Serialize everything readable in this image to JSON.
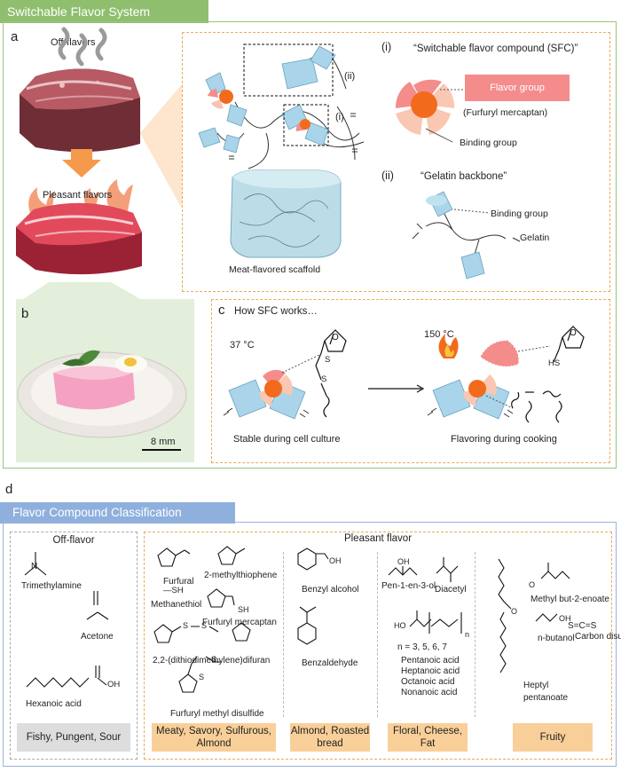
{
  "title_banner": "Switchable Flavor System",
  "panel_a": {
    "letter": "a",
    "off_flavors": "Off-flavors",
    "pleasant_flavors": "Pleasant flavors",
    "scaffold_label": "Meat-flavored scaffold",
    "inset_i_marker": "(i)",
    "inset_ii_marker": "(ii)",
    "sfc": {
      "marker": "(i)",
      "title": "“Switchable flavor compound  (SFC)”",
      "flavor_group": "Flavor group",
      "furfuryl": "(Furfuryl mercaptan)",
      "binding_group": "Binding group"
    },
    "gelatin": {
      "marker": "(ii)",
      "title": "“Gelatin backbone”",
      "binding_group": "Binding group",
      "gelatin_label": "Gelatin"
    }
  },
  "panel_b": {
    "letter": "b",
    "scale_bar": "8 mm"
  },
  "panel_c": {
    "letter": "c",
    "heading": "How SFC works…",
    "temp_low": "37 °C",
    "temp_high": "150 °C",
    "stable_label": "Stable during  cell culture",
    "flavoring_label": "Flavoring during  cooking",
    "hs": "HS",
    "s1": "S",
    "s2": "S"
  },
  "panel_d": {
    "letter": "d",
    "banner": "Flavor Compound  Classification",
    "off_flavor": {
      "heading": "Off-flavor",
      "compounds": [
        "Trimethylamine",
        "Acetone",
        "Hexanoic acid"
      ],
      "oh": "OH",
      "category": "Fishy, Pungent, Sour"
    },
    "pleasant_heading": "Pleasant flavor",
    "groups": [
      {
        "compounds": [
          "Furfural",
          "2-methylthiophene",
          "Methanethiol",
          "Furfuryl  mercaptan",
          "2,2-(dithiodimethylene)difuran",
          "Furfuryl  methyl disulfide"
        ],
        "category": "Meaty, Savory, Sulfurous, Almond"
      },
      {
        "compounds": [
          "Benzyl alcohol",
          "Benzaldehyde"
        ],
        "category": "Almond, Roasted bread"
      },
      {
        "compounds": [
          "Pen-1-en-3-ol",
          "Diacetyl"
        ],
        "n_values": "n = 3, 5, 6, 7",
        "acids": [
          "Pentanoic acid",
          "Heptanoic acid",
          "Octanoic acid",
          "Nonanoic acid"
        ],
        "category": "Floral, Cheese, Fat"
      },
      {
        "compounds": [
          "Methyl but-2-enoate",
          "n-butanol",
          "Carbon disulfide",
          "Heptyl pentanoate"
        ],
        "cs2": "S=C=S",
        "category": "Fruity"
      }
    ],
    "chem_glyphs": {
      "oh": "OH",
      "sh": "SH",
      "methanethiol_sh": "—SH",
      "n": "n",
      "s": "S",
      "o": "O",
      "ho": "HO"
    }
  },
  "colors": {
    "green_banner": "#8fbf6e",
    "blue_banner": "#8fb0dd",
    "orange_dash": "#f0a85a",
    "category_fill": "#f9cf99",
    "flavor_group_fill": "#f48c8c",
    "binding_blue": "#a9d4ea",
    "core_orange": "#f26b1d"
  }
}
